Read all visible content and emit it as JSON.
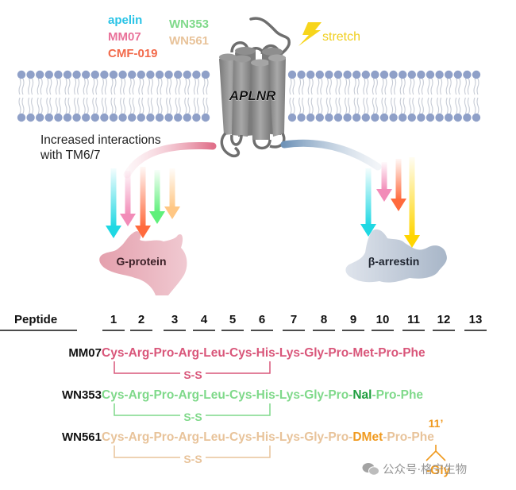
{
  "ligands": {
    "left_column": [
      {
        "name": "apelin",
        "color": "#29c3e6"
      },
      {
        "name": "MM07",
        "color": "#e9729a"
      },
      {
        "name": "CMF-019",
        "color": "#f26a4b"
      }
    ],
    "right_column": [
      {
        "name": "WN353",
        "color": "#7fd98a"
      },
      {
        "name": "WN561",
        "color": "#e8c39a"
      }
    ]
  },
  "stimulus": {
    "label": "stretch",
    "icon": "lightning-bolt-icon",
    "color": "#f7d51c"
  },
  "receptor": {
    "label": "APLNR",
    "color": "#8c8c8c"
  },
  "membrane": {
    "head_color": "#8fa0c8",
    "tail_color": "#c7ccd6"
  },
  "annotation": {
    "line1": "Increased interactions",
    "line2": "with TM6/7"
  },
  "g_protein_pathway": {
    "label": "G-protein",
    "band_color": "#e0708a",
    "blob_color": "#e3a3ae",
    "arrows": [
      {
        "ligand": "apelin",
        "color": "#1fd8e3"
      },
      {
        "ligand": "MM07",
        "color": "#f28cb8"
      },
      {
        "ligand": "CMF-019",
        "color": "#ff6a3d"
      },
      {
        "ligand": "WN353",
        "color": "#5ef07a"
      },
      {
        "ligand": "WN561",
        "color": "#ffc784"
      }
    ]
  },
  "arrestin_pathway": {
    "label": "β-arrestin",
    "band_color": "#6f93b8",
    "blob_color": "#b8c3d2",
    "arrows": [
      {
        "ligand": "apelin",
        "color": "#1fd8e3"
      },
      {
        "ligand": "MM07",
        "color": "#f28cb8"
      },
      {
        "ligand": "CMF-019",
        "color": "#ff6a3d"
      },
      {
        "ligand": "stretch",
        "color": "#ffd500"
      }
    ]
  },
  "table": {
    "header_label": "Peptide",
    "positions": [
      "1",
      "2",
      "3",
      "4",
      "5",
      "6",
      "7",
      "8",
      "9",
      "10",
      "11",
      "12",
      "13"
    ],
    "rows": [
      {
        "name": "MM07",
        "color": "#d9567a",
        "sequence": "Cys-Arg-Pro-Arg-Leu-Cys-His-Lys-Gly-Pro-Met-Pro-Phe",
        "highlight": null,
        "bond_label": "S-S"
      },
      {
        "name": "WN353",
        "color": "#7fd98a",
        "sequence_prefix": "Cys-Arg-Pro-Arg-Leu-Cys-His-Lys-Gly-Pro-",
        "highlight": {
          "text": "Nal",
          "color": "#1f9e3f"
        },
        "sequence_suffix": "-Pro-Phe",
        "bond_label": "S-S"
      },
      {
        "name": "WN561",
        "color": "#e8c39a",
        "sequence_prefix": "Cys-Arg-Pro-Arg-Leu-Cys-His-Lys-Gly-Pro-",
        "highlight": {
          "text": "DMet",
          "color": "#f09a1f"
        },
        "sequence_suffix": "-Pro-Phe",
        "bond_label": "S-S",
        "branch": {
          "position_label": "11’",
          "residue": "-Gly",
          "color": "#f09a1f"
        }
      }
    ]
  },
  "watermark": {
    "text": "公众号·格宁生物"
  }
}
